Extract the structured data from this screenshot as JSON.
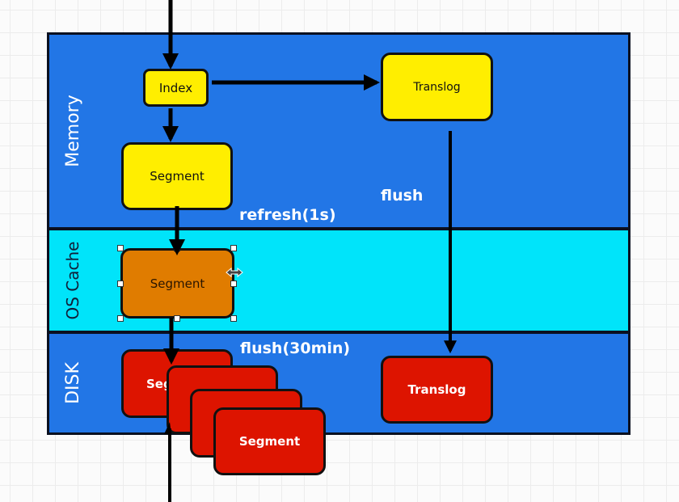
{
  "layers": {
    "memory": {
      "label": "Memory",
      "color": "#2276e6"
    },
    "os_cache": {
      "label": "OS Cache",
      "color": "#00e4fa"
    },
    "disk": {
      "label": "DISK",
      "color": "#2276e6"
    }
  },
  "nodes": {
    "index": {
      "label": "Index",
      "color": "#ffee00"
    },
    "translog_memory": {
      "label": "Translog",
      "color": "#ffee00"
    },
    "segment_memory": {
      "label": "Segment",
      "color": "#ffee00"
    },
    "segment_os_cache": {
      "label": "Segment",
      "color": "#e07c00",
      "selected": true
    },
    "segments_disk": [
      {
        "label": "Segment",
        "color": "#dd1400"
      },
      {
        "label": "",
        "color": "#dd1400"
      },
      {
        "label": "",
        "color": "#dd1400"
      },
      {
        "label": "Segment",
        "color": "#dd1400"
      }
    ],
    "translog_disk": {
      "label": "Translog",
      "color": "#dd1400"
    }
  },
  "edge_labels": {
    "refresh": "refresh(1s)",
    "flush": "flush",
    "flush_30min": "flush(30min)"
  },
  "edges": [
    {
      "from": "input",
      "to": "index"
    },
    {
      "from": "index",
      "to": "translog_memory"
    },
    {
      "from": "index",
      "to": "segment_memory"
    },
    {
      "from": "segment_memory",
      "to": "segment_os_cache",
      "label": "refresh(1s)"
    },
    {
      "from": "segment_os_cache",
      "to": "segments_disk",
      "label": "flush(30min)"
    },
    {
      "from": "translog_memory",
      "to": "translog_disk",
      "label": "flush"
    },
    {
      "from": "segments_disk",
      "to": "output"
    }
  ]
}
